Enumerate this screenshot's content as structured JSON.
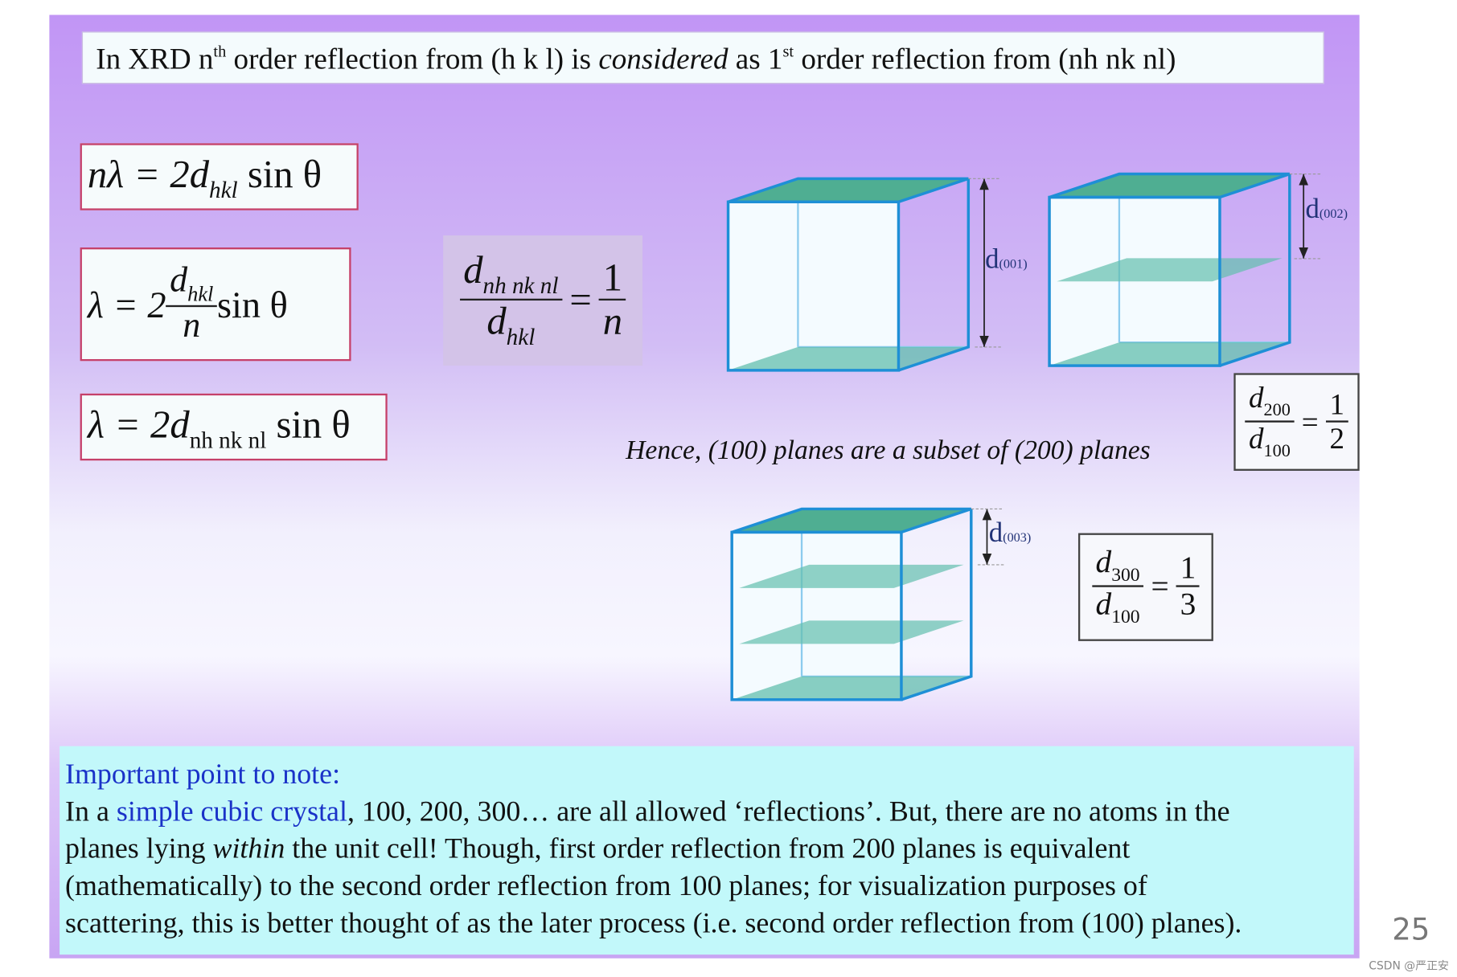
{
  "title": {
    "pre": "In XRD n",
    "sup1": "th",
    "mid": " order reflection from (h k l) is ",
    "em": "considered",
    "mid2": " as 1",
    "sup2": "st",
    "post": " order reflection from (nh nk nl)"
  },
  "equations": {
    "eq1": {
      "lhs": "nλ = 2d",
      "sub": "hkl",
      "rhs": " sin θ"
    },
    "eq2": {
      "lhs": "λ = 2",
      "num": "d",
      "numsub": "hkl",
      "den": "n",
      "rhs": " sin θ"
    },
    "eq3": {
      "lhs": "λ = 2d",
      "sub": "nh nk nl",
      "rhs": " sin θ"
    },
    "ratio": {
      "num": "d",
      "numsub": "nh nk nl",
      "den": "d",
      "densub": "hkl",
      "eq": "=",
      "rnum": "1",
      "rden": "n"
    }
  },
  "diagrams": {
    "cube1_label": "d",
    "cube1_sub": "(001)",
    "cube2_label": "d",
    "cube2_sub": "(002)",
    "cube3_label": "d",
    "cube3_sub": "(003)",
    "ratio200": {
      "num": "d",
      "numsub": "200",
      "den": "d",
      "densub": "100",
      "rnum": "1",
      "rden": "2"
    },
    "ratio300": {
      "num": "d",
      "numsub": "300",
      "den": "d",
      "densub": "100",
      "rnum": "1",
      "rden": "3"
    },
    "hence": "Hence, (100) planes are a subset of  (200) planes",
    "colors": {
      "edge": "#1e8fd6",
      "plane": "#63bfae"
    }
  },
  "note": {
    "heading": "Important point to note:",
    "l1a": "In a ",
    "l1link": "simple cubic crystal",
    "l1b": ", 100, 200, 300… are all allowed ‘reflections’. But, there are no atoms in the",
    "l2a": "planes lying ",
    "l2em": "within",
    "l2b": " the unit cell! Though, first order reflection from 200 planes is equivalent",
    "l3": "(mathematically) to the second order reflection from 100 planes; for visualization purposes of",
    "l4": "scattering, this is better thought of as the later process (i.e. second order reflection from (100) planes)."
  },
  "page_number": "25",
  "watermark": "CSDN @严正安"
}
